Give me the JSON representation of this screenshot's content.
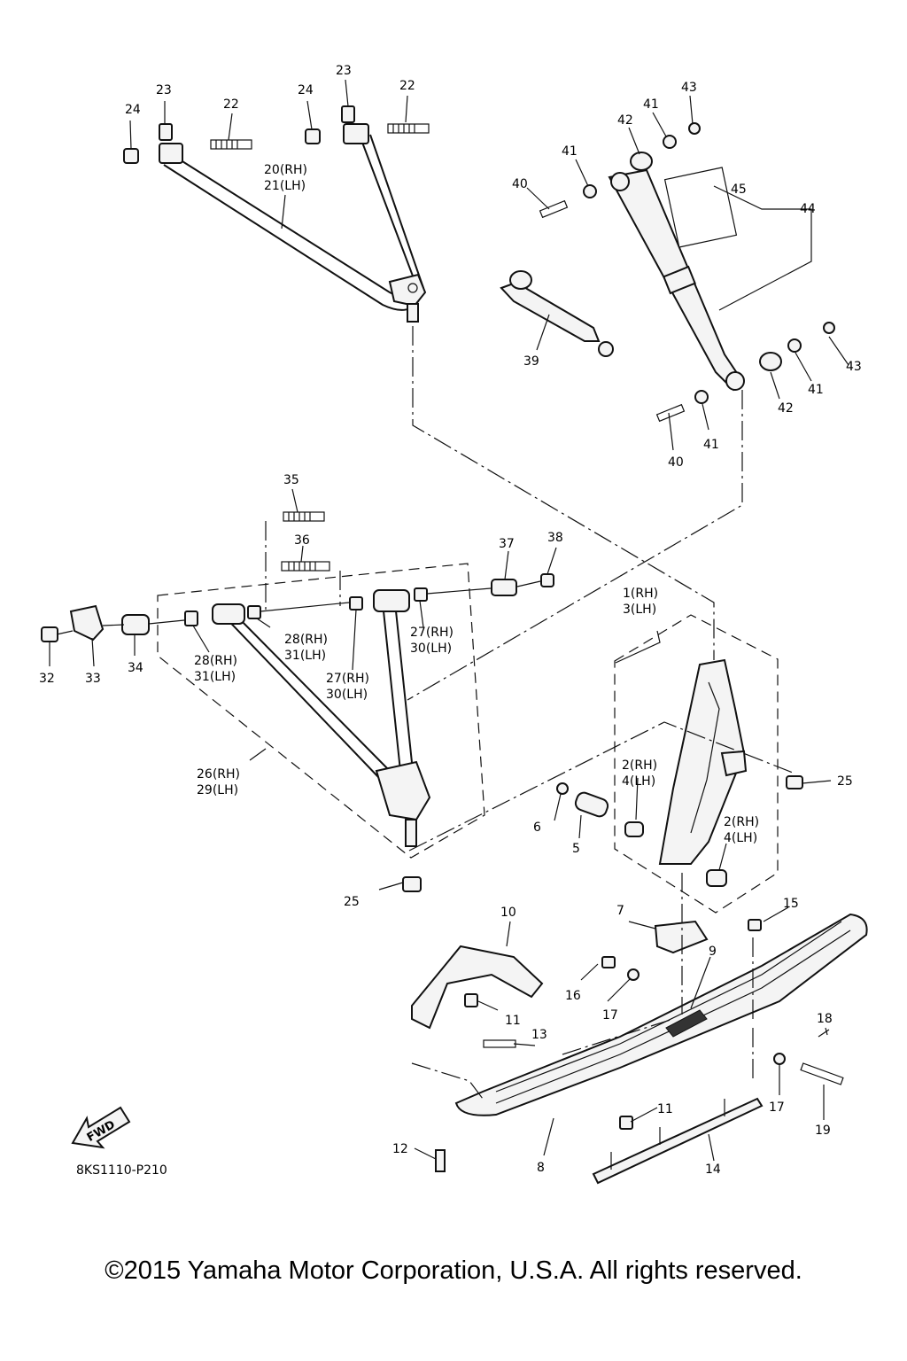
{
  "diagram": {
    "code": "8KS1110-P210",
    "fwd_label": "FWD",
    "labels": {
      "l1rh": "1(RH)",
      "l3lh": "3(LH)",
      "l2rh_a": "2(RH)",
      "l4lh_a": "4(LH)",
      "l2rh_b": "2(RH)",
      "l4lh_b": "4(LH)",
      "l5": "5",
      "l6": "6",
      "l7": "7",
      "l8": "8",
      "l9": "9",
      "l10": "10",
      "l11_a": "11",
      "l11_b": "11",
      "l12": "12",
      "l13": "13",
      "l14": "14",
      "l15": "15",
      "l16": "16",
      "l17_a": "17",
      "l17_b": "17",
      "l18": "18",
      "l19": "19",
      "l20rh": "20(RH)",
      "l21lh": "21(LH)",
      "l22_a": "22",
      "l22_b": "22",
      "l23_a": "23",
      "l23_b": "23",
      "l24_a": "24",
      "l24_b": "24",
      "l25_a": "25",
      "l25_b": "25",
      "l26rh": "26(RH)",
      "l29lh": "29(LH)",
      "l27rh_a": "27(RH)",
      "l30lh_a": "30(LH)",
      "l27rh_b": "27(RH)",
      "l30lh_b": "30(LH)",
      "l28rh_a": "28(RH)",
      "l31lh_a": "31(LH)",
      "l28rh_b": "28(RH)",
      "l31lh_b": "31(LH)",
      "l32": "32",
      "l33": "33",
      "l34": "34",
      "l35": "35",
      "l36": "36",
      "l37": "37",
      "l38": "38",
      "l39": "39",
      "l40_a": "40",
      "l40_b": "40",
      "l41_a": "41",
      "l41_b": "41",
      "l41_c": "41",
      "l41_d": "41",
      "l42_a": "42",
      "l42_b": "42",
      "l43_a": "43",
      "l43_b": "43",
      "l44": "44",
      "l45": "45"
    }
  },
  "footer": {
    "copyright": "©2015 Yamaha Motor Corporation, U.S.A. All rights reserved."
  }
}
